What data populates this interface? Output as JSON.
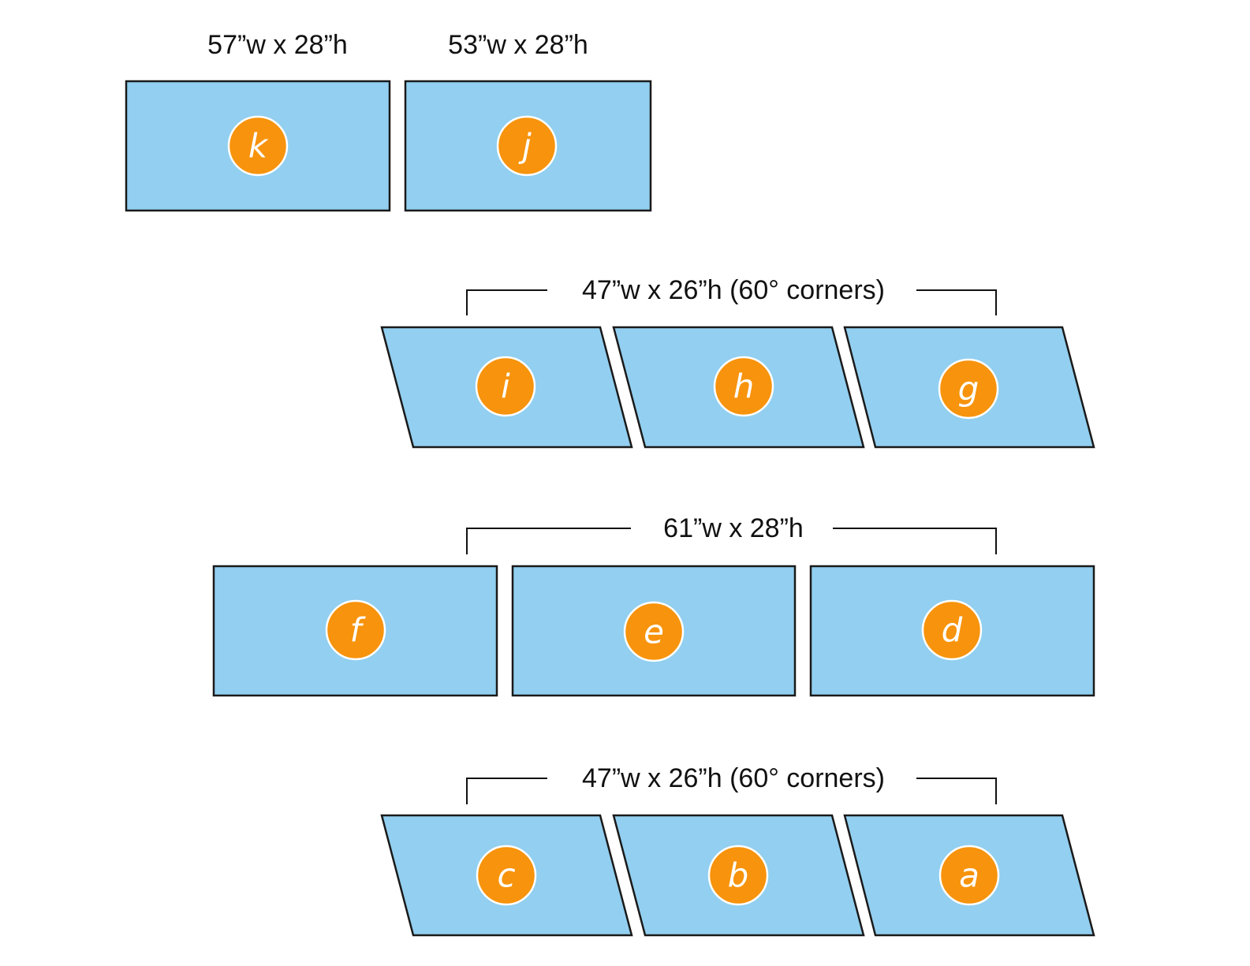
{
  "colors": {
    "panel_fill": "#92cff0",
    "panel_stroke": "#1a1a1a",
    "badge_fill": "#f7930c",
    "badge_text": "#ffffff",
    "label_text": "#111111"
  },
  "row1": {
    "label_k": "57”w x 28”h",
    "label_j": "53”w x 28”h",
    "panels": [
      "k",
      "j"
    ]
  },
  "row2": {
    "label": "47”w x 26”h (60° corners)",
    "panels": [
      "i",
      "h",
      "g"
    ]
  },
  "row3": {
    "label": "61”w x 28”h",
    "panels": [
      "f",
      "e",
      "d"
    ]
  },
  "row4": {
    "label": "47”w x 26”h (60° corners)",
    "panels": [
      "c",
      "b",
      "a"
    ]
  }
}
